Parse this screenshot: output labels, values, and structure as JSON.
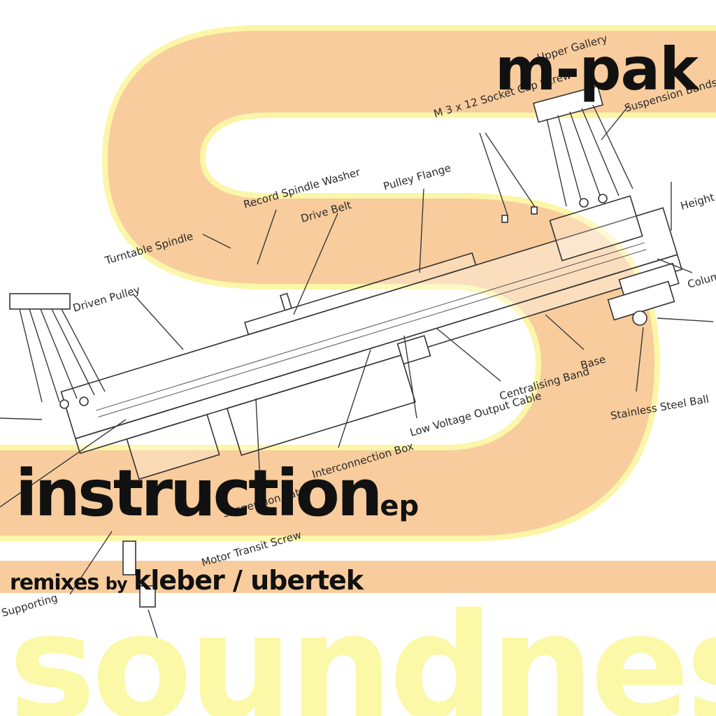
{
  "cover": {
    "artist": "m-pak",
    "title": "instruction",
    "title_suffix": "ep",
    "remix_prefix": "remixes",
    "remix_by": "by",
    "remixers": "kleber / ubertek",
    "label": "soundness"
  },
  "diagram": {
    "labels": {
      "turntable_spindle": "Turntable Spindle",
      "record_spindle_washer": "Record Spindle Washer",
      "drive_belt": "Drive Belt",
      "pulley_flange": "Pulley Flange",
      "driven_pulley": "Driven Pulley",
      "cap_screw": "M 3 x 12 Socket Cap Screw",
      "upper_gallery": "Upper Gallery",
      "suspension_bands": "Suspension Bands",
      "height": "Height",
      "column": "Column",
      "base": "Base",
      "centralising_band": "Centralising Band",
      "low_voltage_output_cable": "Low Voltage Output Cable",
      "interconnection_box": "Interconnection Box",
      "stainless_steel_ball": "Stainless Steel Ball",
      "motor_transit_screw": "Motor Transit Screw",
      "supporting": "Supporting",
      "suspension_latch": "Suspension Latch"
    }
  },
  "colors": {
    "band": "#f8cc9c",
    "band_edge": "#fbf6a8",
    "logo": "#fbf8a8",
    "text": "#111111"
  }
}
